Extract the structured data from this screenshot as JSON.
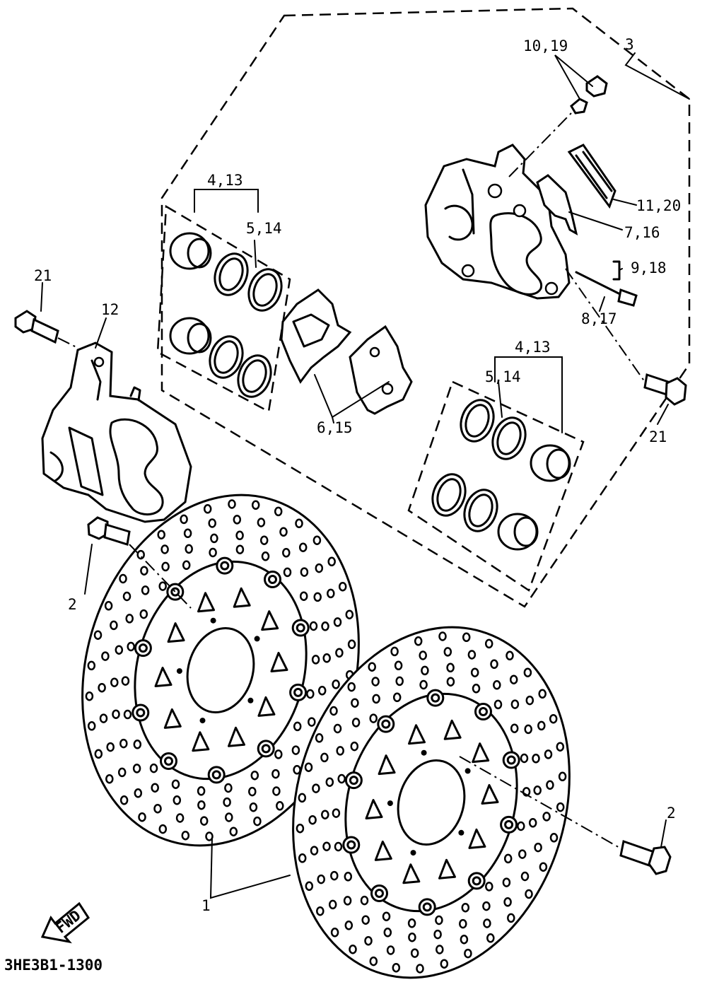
{
  "diagram_code": "3HE3B1-1300",
  "fwd_arrow": "FWD",
  "callouts": {
    "c1": "1",
    "c2_left": "2",
    "c2_right": "2",
    "c3": "3",
    "c4_13_top": "4,13",
    "c5_14_top": "5,14",
    "c4_13_right": "4,13",
    "c5_14_right": "5,14",
    "c6_15": "6,15",
    "c7_16": "7,16",
    "c8_17": "8,17",
    "c9_18": "9,18",
    "c10_19": "10,19",
    "c11_20": "11,20",
    "c12": "12",
    "c21_left": "21",
    "c21_right": "21"
  }
}
